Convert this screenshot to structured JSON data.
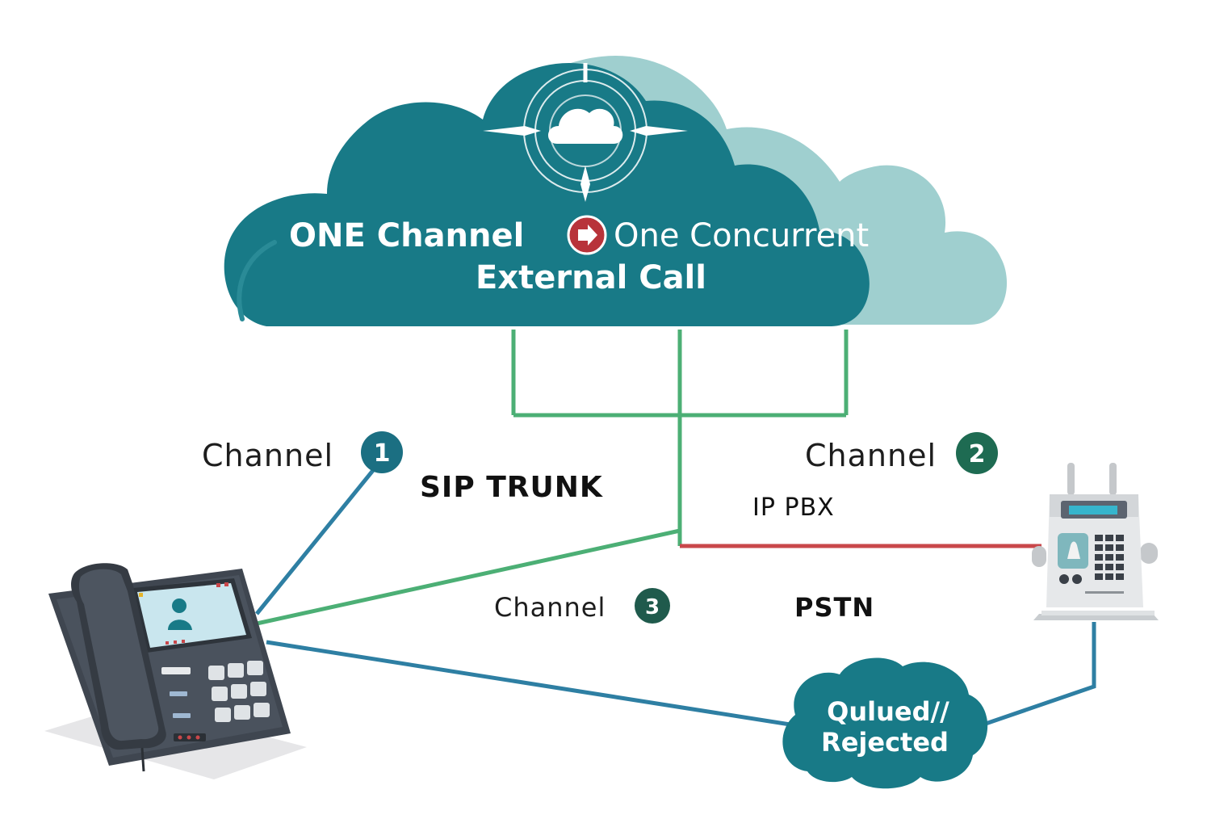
{
  "cloud": {
    "title_part1": "ONE Channel",
    "title_part2": "One Concurrent",
    "title_line2": "External Call",
    "icon": "cloud-target-icon",
    "connector_icon": "arrow-right-circle-icon"
  },
  "channels": [
    {
      "label": "Channel",
      "number": "1",
      "badge_color": "#1b6f82"
    },
    {
      "label": "Channel",
      "number": "2",
      "badge_color": "#1e6b52"
    },
    {
      "label": "Channel",
      "number": "3",
      "badge_color": "#1f5a4c"
    }
  ],
  "labels": {
    "sip_trunk": "SIP TRUNK",
    "ip_pbx": "IP PBX",
    "pstn": "PSTN"
  },
  "bubble": {
    "line1": "Qulued//",
    "line2": "Rejected"
  },
  "devices": {
    "desk_phone_icon": "desk-phone-icon",
    "pbx_icon": "ip-pbx-device-icon"
  },
  "colors": {
    "cloud_dark": "#187a87",
    "cloud_light": "#9bcdcd",
    "line_green": "#4caf75",
    "line_blue": "#2e7fa3",
    "line_red": "#c9474a",
    "badge_red": "#b8333a"
  }
}
